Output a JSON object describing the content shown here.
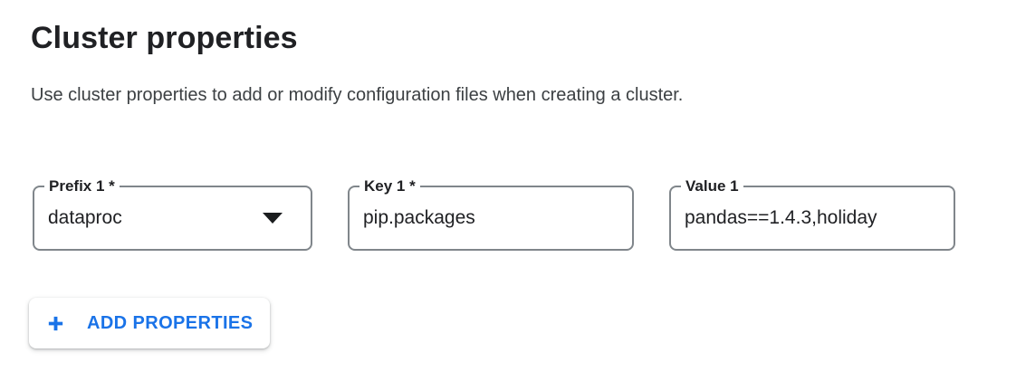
{
  "header": {
    "title": "Cluster properties",
    "description": "Use cluster properties to add or modify configuration files when creating a cluster."
  },
  "properties_row": {
    "prefix": {
      "label": "Prefix 1 *",
      "value": "dataproc",
      "icon": "dropdown-arrow"
    },
    "key": {
      "label": "Key 1 *",
      "value": "pip.packages"
    },
    "value": {
      "label": "Value 1",
      "value": "pandas==1.4.3,holiday"
    }
  },
  "actions": {
    "add_properties": {
      "label": "ADD PROPERTIES",
      "icon": "plus"
    }
  },
  "colors": {
    "accent_blue": "#1a73e8",
    "text_primary": "#202124",
    "text_secondary": "#3c4043",
    "field_border": "#80868b"
  }
}
